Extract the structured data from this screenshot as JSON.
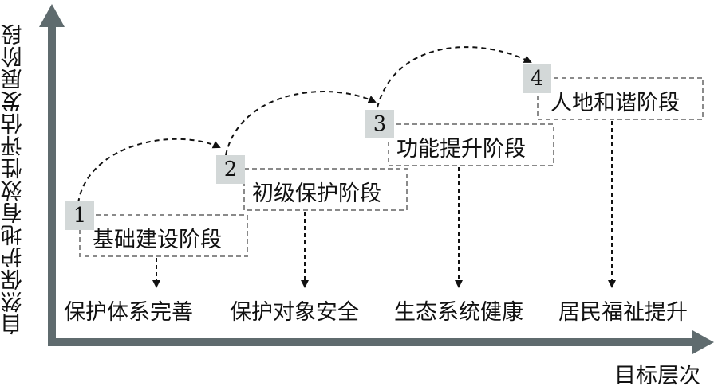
{
  "axes": {
    "y_label": "自然保护地有效性评估发展阶段",
    "x_label": "目标层次"
  },
  "stages": [
    {
      "number": "1",
      "label": "基础建设阶段",
      "outcome": "保护体系完善"
    },
    {
      "number": "2",
      "label": "初级保护阶段",
      "outcome": "保护对象安全"
    },
    {
      "number": "3",
      "label": "功能提升阶段",
      "outcome": "生态系统健康"
    },
    {
      "number": "4",
      "label": "人地和谐阶段",
      "outcome": "居民福祉提升"
    }
  ],
  "colors": {
    "axis": "#5f6b6e",
    "box_dash": "#8a8a8a",
    "number_bg": "#d3d8d8",
    "arrow": "#111111"
  }
}
